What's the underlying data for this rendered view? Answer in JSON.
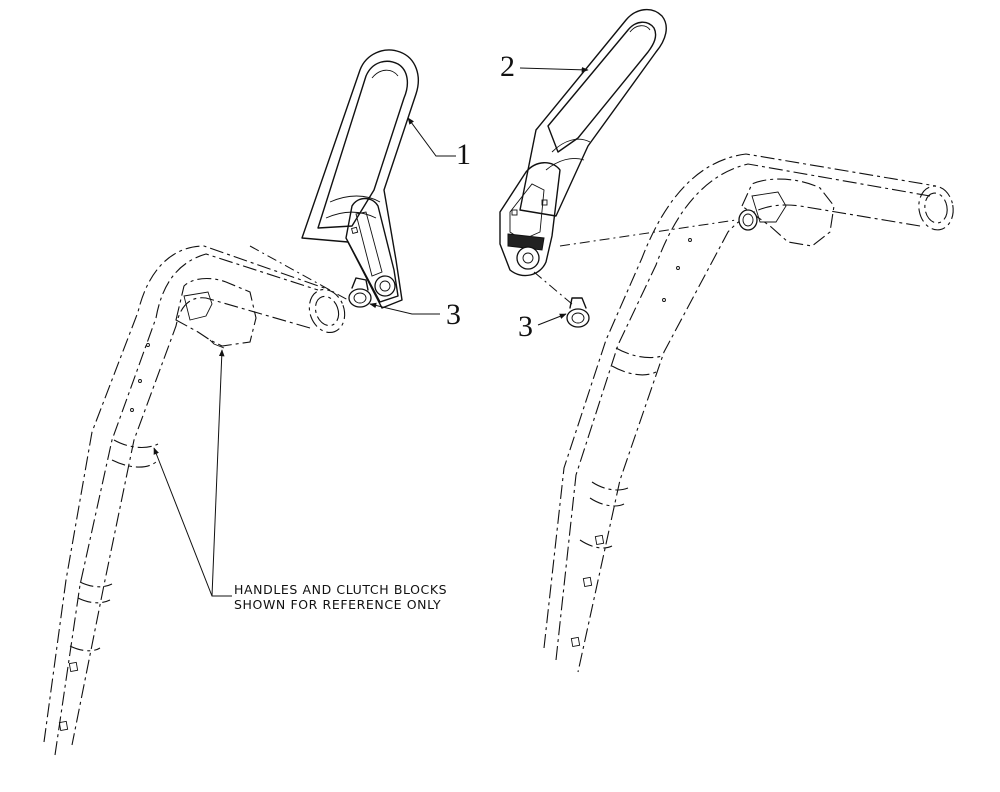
{
  "callouts": {
    "part_1": "1",
    "part_2": "2",
    "part_3_right": "3",
    "part_3_left": "3"
  },
  "note": {
    "line1": "HANDLES AND CLUTCH BLOCKS",
    "line2": "SHOWN FOR REFERENCE ONLY"
  }
}
